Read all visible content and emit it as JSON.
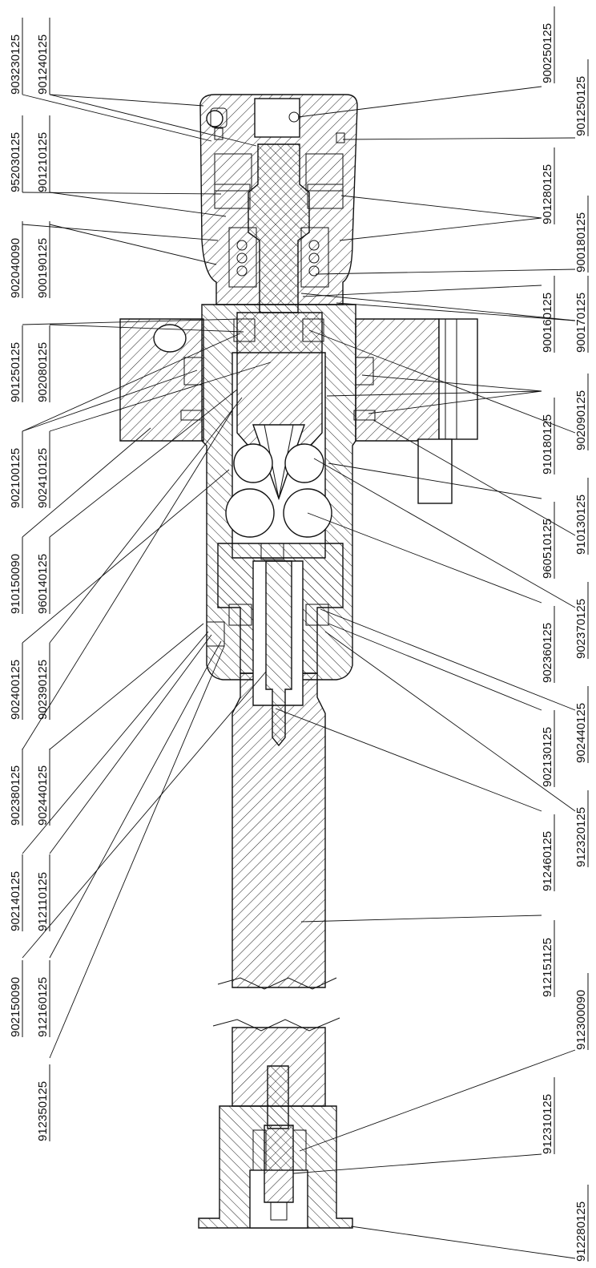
{
  "drawing": {
    "left_labels": [
      "903230125",
      "901240125",
      "952030125",
      "901210125",
      "902040090",
      "900190125",
      "901250125",
      "902080125",
      "902100125",
      "902410125",
      "910150090",
      "960140125",
      "902400125",
      "902390125",
      "902380125",
      "902440125",
      "902140125",
      "912110125",
      "902150090",
      "912160125",
      "912350125"
    ],
    "right_labels": [
      "900250125",
      "901250125",
      "901280125",
      "900180125",
      "900170125",
      "900160125",
      "902090125",
      "910180125",
      "910130125",
      "960510125",
      "902370125",
      "902360125",
      "902440125",
      "902130125",
      "912320125",
      "912460125",
      "912151125",
      "912300090",
      "912310125",
      "912280125"
    ]
  }
}
